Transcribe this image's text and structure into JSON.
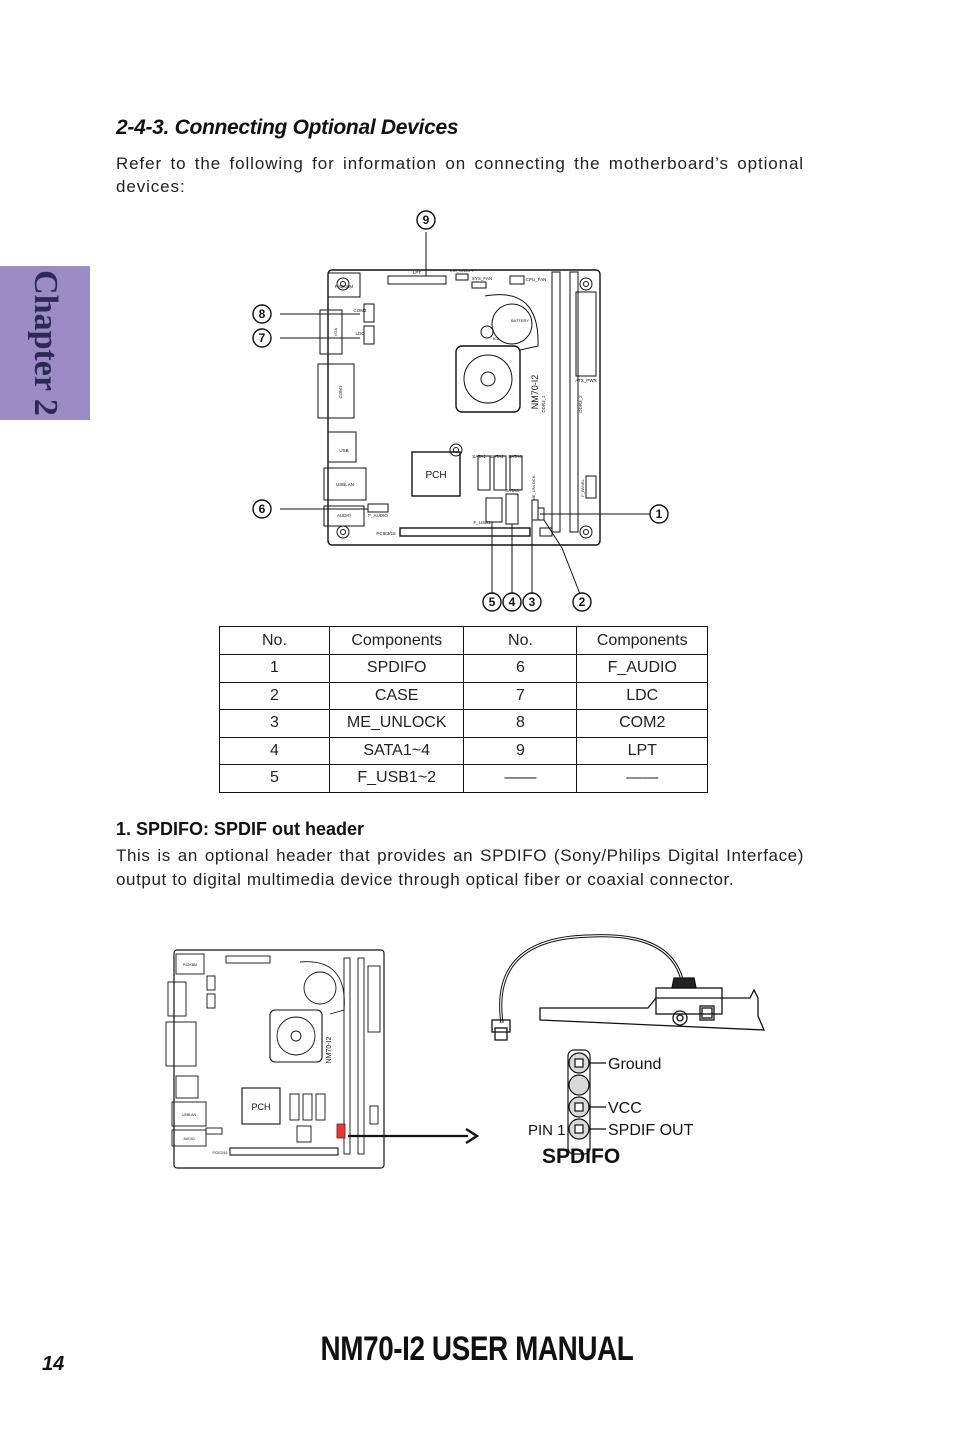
{
  "chapter_tab": "Chapter 2",
  "section": {
    "title": "2-4-3. Connecting Optional Devices",
    "intro": "Refer to the following for information on connecting the motherboard’s optional devices:"
  },
  "board": {
    "callouts": [
      "1",
      "2",
      "3",
      "4",
      "5",
      "6",
      "7",
      "8",
      "9"
    ],
    "labels": {
      "pch": "PCH",
      "model": "NM70-I2",
      "ps2": "PS2KBM",
      "com2": "COM2",
      "ldc": "LDC",
      "vga": "VGA",
      "com1": "COM1",
      "usb": "USB",
      "usblan": "USBLAN",
      "audio": "AUDIO",
      "faudio": "F_AUDIO",
      "pcie": "PCIE3/16",
      "lpt": "LPT",
      "cirtemp": "CIR_ON/OFF",
      "sysfan": "SYS_FAN",
      "cpufan": "CPU_FAN",
      "battery": "BATTERY",
      "atxpwr": "ATX_PWR",
      "ddr1": "DDR3_1",
      "ddr2": "DDR3_2",
      "sata1": "SATA1",
      "sata2": "SATA2",
      "sata4": "SATA4",
      "sata3": "SATA3",
      "fusb": "F_USB1",
      "fusb2": "F_USB2",
      "fpanel": "F_PANEL",
      "meunlock": "ME_UNLOCK",
      "spdif": "SPDIFO",
      "case": "CASE",
      "ic2": "IC2"
    }
  },
  "table": {
    "headers": [
      "No.",
      "Components",
      "No.",
      "Components"
    ],
    "rows": [
      [
        "1",
        "SPDIFO",
        "6",
        "F_AUDIO"
      ],
      [
        "2",
        "CASE",
        "7",
        "LDC"
      ],
      [
        "3",
        "ME_UNLOCK",
        "8",
        "COM2"
      ],
      [
        "4",
        "SATA1~4",
        "9",
        "LPT"
      ],
      [
        "5",
        "F_USB1~2",
        "——",
        "——"
      ]
    ]
  },
  "spdif": {
    "title": "1. SPDIFO: SPDIF out header",
    "description": "This is an optional header that provides an SPDIFO (Sony/Philips Digital Interface) output to digital multimedia device through optical fiber or coaxial connector.",
    "pins": {
      "ground": "Ground",
      "vcc": "VCC",
      "pin1": "PIN 1",
      "spdif_out": "SPDIF OUT",
      "name": "SPDIFO"
    }
  },
  "footer": {
    "page_number": "14",
    "manual_title": "NM70-I2 USER MANUAL"
  },
  "colors": {
    "chapter_tab": "#9b8cc6",
    "chapter_text": "#2c2a55",
    "highlight": "#e53935"
  }
}
